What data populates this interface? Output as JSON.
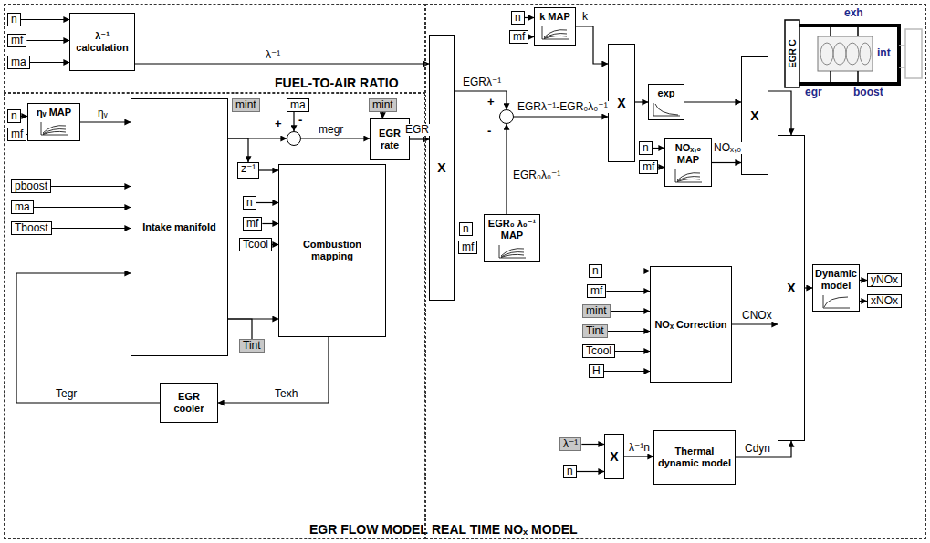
{
  "diagram": {
    "nodes": [
      {
        "text": [
          "FUEL-TO-AIR RATIO"
        ]
      },
      {
        "text": [
          "EGR FLOW MODEL"
        ]
      },
      {
        "text": [
          "REAL TIME NOₓ MODEL"
        ]
      },
      {
        "text": [
          "n"
        ],
        "in": 0
      },
      {
        "text": [
          "mf"
        ],
        "in": 0
      },
      {
        "text": [
          "ma"
        ],
        "in": 0
      },
      {
        "text": [
          "λ⁻¹ calculation"
        ],
        "in": 0
      },
      {
        "text": [
          "n"
        ],
        "in": 1
      },
      {
        "text": [
          "mf"
        ],
        "in": 1
      },
      {
        "text": [
          "ηᵥ MAP"
        ],
        "in": 1
      },
      {
        "text": [
          "Intake manifold"
        ],
        "in": 1
      },
      {
        "text": [
          "pboost"
        ],
        "in": 1
      },
      {
        "text": [
          "ma"
        ],
        "in": 1
      },
      {
        "text": [
          "Tboost"
        ],
        "in": 1
      },
      {
        "text": [
          "mint"
        ],
        "in": 1
      },
      {
        "text": [
          "ma"
        ],
        "in": 1
      },
      {
        "text": [
          "+",
          "-"
        ],
        "in": 1
      },
      {
        "text": [
          "EGR rate"
        ],
        "in": 1
      },
      {
        "text": [
          "mint"
        ],
        "in": 1
      },
      {
        "text": [
          "z⁻¹"
        ],
        "in": 1
      },
      {
        "text": [
          "Combustion mapping"
        ],
        "in": 1
      },
      {
        "text": [
          "n"
        ],
        "in": 1
      },
      {
        "text": [
          "mf"
        ],
        "in": 1
      },
      {
        "text": [
          "Tcool"
        ],
        "in": 1
      },
      {
        "text": [
          "Tint"
        ],
        "in": 1
      },
      {
        "text": [
          "EGR cooler"
        ],
        "in": 1
      },
      {
        "text": [
          "X"
        ],
        "in": 2
      },
      {
        "text": [
          "k MAP"
        ],
        "in": 2
      },
      {
        "text": [
          "n"
        ],
        "in": 2
      },
      {
        "text": [
          "mf"
        ],
        "in": 2
      },
      {
        "text": [
          "+",
          "-"
        ],
        "in": 2
      },
      {
        "text": [
          "EGR₀ λ₀⁻¹ MAP"
        ],
        "in": 2
      },
      {
        "text": [
          "n"
        ],
        "in": 2
      },
      {
        "text": [
          "mf"
        ],
        "in": 2
      },
      {
        "text": [
          "X"
        ],
        "in": 2
      },
      {
        "text": [
          "exp"
        ],
        "in": 2
      },
      {
        "text": [
          "X"
        ],
        "in": 2
      },
      {
        "text": [
          "NOₓ,₀ MAP"
        ],
        "in": 2
      },
      {
        "text": [
          "n"
        ],
        "in": 2
      },
      {
        "text": [
          "mf"
        ],
        "in": 2
      },
      {
        "text": [
          "X"
        ],
        "in": 2
      },
      {
        "text": [
          "NOₓ Correction"
        ],
        "in": 2
      },
      {
        "text": [
          "n"
        ],
        "in": 2
      },
      {
        "text": [
          "mf"
        ],
        "in": 2
      },
      {
        "text": [
          "mint"
        ],
        "in": 2
      },
      {
        "text": [
          "Tint"
        ],
        "in": 2
      },
      {
        "text": [
          "Tcool"
        ],
        "in": 2
      },
      {
        "text": [
          "H"
        ],
        "in": 2
      },
      {
        "text": [
          "λ⁻¹"
        ],
        "in": 2
      },
      {
        "text": [
          "n"
        ],
        "in": 2
      },
      {
        "text": [
          "X"
        ],
        "in": 2
      },
      {
        "text": [
          "Thermal dynamic model"
        ],
        "in": 2
      },
      {
        "text": [
          "Dynamic model"
        ],
        "in": 2
      },
      {
        "text": [
          "yNOx"
        ],
        "in": 2
      },
      {
        "text": [
          "xNOx"
        ],
        "in": 2
      }
    ],
    "edges": [
      {
        "from": 3,
        "to": 6,
        "arrow": "to"
      },
      {
        "from": 4,
        "to": 6,
        "arrow": "to"
      },
      {
        "from": 5,
        "to": 6,
        "arrow": "to"
      },
      {
        "from": 6,
        "to": 26,
        "arrow": "to",
        "label": "λ⁻¹"
      },
      {
        "from": 7,
        "to": 9,
        "arrow": "to"
      },
      {
        "from": 8,
        "to": 9,
        "arrow": "to"
      },
      {
        "from": 9,
        "to": 10,
        "arrow": "to",
        "label": "ηᵥ"
      },
      {
        "from": 11,
        "to": 10,
        "arrow": "to"
      },
      {
        "from": 12,
        "to": 10,
        "arrow": "to"
      },
      {
        "from": 13,
        "to": 10,
        "arrow": "to"
      },
      {
        "from": 10,
        "to": 16,
        "arrow": "to"
      },
      {
        "from": 15,
        "to": 16,
        "arrow": "to"
      },
      {
        "from": 16,
        "to": 17,
        "arrow": "to",
        "label": "megr"
      },
      {
        "from": 18,
        "to": 17,
        "arrow": "to"
      },
      {
        "from": 17,
        "to": 26,
        "arrow": "to",
        "label": "EGR"
      },
      {
        "from": 10,
        "to": 19,
        "arrow": "to"
      },
      {
        "from": 19,
        "to": 20,
        "arrow": "to"
      },
      {
        "from": 21,
        "to": 20,
        "arrow": "to"
      },
      {
        "from": 22,
        "to": 20,
        "arrow": "to"
      },
      {
        "from": 23,
        "to": 20,
        "arrow": "to"
      },
      {
        "from": 10,
        "to": 20,
        "arrow": "to"
      },
      {
        "from": 10,
        "to": 24,
        "arrow": "none"
      },
      {
        "from": 20,
        "to": 25,
        "arrow": "to",
        "label": "Texh"
      },
      {
        "from": 25,
        "to": 10,
        "arrow": "to",
        "label": "Tegr"
      },
      {
        "from": 26,
        "to": 30,
        "arrow": "to",
        "label": "EGRλ⁻¹"
      },
      {
        "from": 31,
        "to": 30,
        "arrow": "to",
        "label": "EGR₀λ₀⁻¹"
      },
      {
        "from": 30,
        "to": 34,
        "arrow": "to",
        "label": "EGRλ⁻¹-EGR₀λ₀⁻¹"
      },
      {
        "from": 28,
        "to": 27,
        "arrow": "to"
      },
      {
        "from": 29,
        "to": 27,
        "arrow": "to"
      },
      {
        "from": 27,
        "to": 34,
        "arrow": "to",
        "label": "k"
      },
      {
        "from": 34,
        "to": 35,
        "arrow": "to"
      },
      {
        "from": 35,
        "to": 36,
        "arrow": "to"
      },
      {
        "from": 38,
        "to": 37,
        "arrow": "to"
      },
      {
        "from": 39,
        "to": 37,
        "arrow": "to"
      },
      {
        "from": 37,
        "to": 36,
        "arrow": "to",
        "label": "NOₓ,₀"
      },
      {
        "from": 36,
        "to": 40,
        "arrow": "to"
      },
      {
        "from": 42,
        "to": 41,
        "arrow": "to"
      },
      {
        "from": 43,
        "to": 41,
        "arrow": "to"
      },
      {
        "from": 44,
        "to": 41,
        "arrow": "to"
      },
      {
        "from": 45,
        "to": 41,
        "arrow": "to"
      },
      {
        "from": 46,
        "to": 41,
        "arrow": "to"
      },
      {
        "from": 47,
        "to": 41,
        "arrow": "to"
      },
      {
        "from": 41,
        "to": 40,
        "arrow": "to",
        "label": "CNOx"
      },
      {
        "from": 48,
        "to": 50,
        "arrow": "to"
      },
      {
        "from": 49,
        "to": 50,
        "arrow": "to"
      },
      {
        "from": 50,
        "to": 51,
        "arrow": "to",
        "label": "λ⁻¹n"
      },
      {
        "from": 51,
        "to": 40,
        "arrow": "to",
        "label": "Cdyn"
      },
      {
        "from": 40,
        "to": 52,
        "arrow": "to"
      },
      {
        "from": 52,
        "to": 53,
        "arrow": "to"
      },
      {
        "from": 52,
        "to": 54,
        "arrow": "to"
      }
    ],
    "labels": [
      "exh",
      "EGR C",
      "int",
      "egr",
      "boost"
    ]
  }
}
